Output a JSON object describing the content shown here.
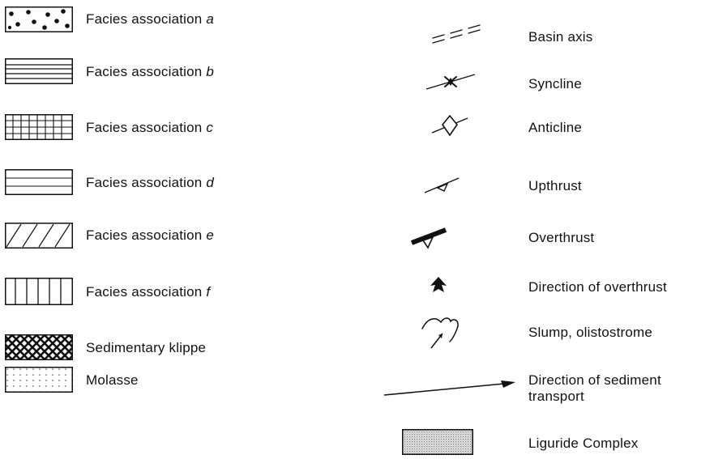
{
  "left_column": [
    {
      "symbol": "dots-pattern-swatch",
      "prefix": "Facies association ",
      "suffix": "a"
    },
    {
      "symbol": "horizontal-lines-swatch",
      "prefix": "Facies association ",
      "suffix": "b"
    },
    {
      "symbol": "grid-swatch",
      "prefix": "Facies association ",
      "suffix": "c"
    },
    {
      "symbol": "sparse-lines-swatch",
      "prefix": "Facies association ",
      "suffix": "d"
    },
    {
      "symbol": "diagonal-hatch-swatch",
      "prefix": "Facies association ",
      "suffix": "e"
    },
    {
      "symbol": "vertical-lines-swatch",
      "prefix": "Facies association ",
      "suffix": "f"
    },
    {
      "symbol": "crosshatch-swatch",
      "label": "Sedimentary klippe"
    },
    {
      "symbol": "fine-dots-swatch",
      "label": "Molasse"
    }
  ],
  "right_column": [
    {
      "symbol": "basin-axis-symbol",
      "label": "Basin axis"
    },
    {
      "symbol": "syncline-symbol",
      "label": "Syncline"
    },
    {
      "symbol": "anticline-symbol",
      "label": "Anticline"
    },
    {
      "symbol": "upthrust-symbol",
      "label": "Upthrust"
    },
    {
      "symbol": "overthrust-symbol",
      "label": "Overthrust"
    },
    {
      "symbol": "overthrust-direction-arrow",
      "label": "Direction of overthrust"
    },
    {
      "symbol": "slump-symbol",
      "label": "Slump, olistostrome"
    },
    {
      "symbol": "sediment-transport-arrow",
      "label": "Direction of sediment transport"
    },
    {
      "symbol": "stipple-swatch",
      "label": "Liguride Complex"
    }
  ]
}
